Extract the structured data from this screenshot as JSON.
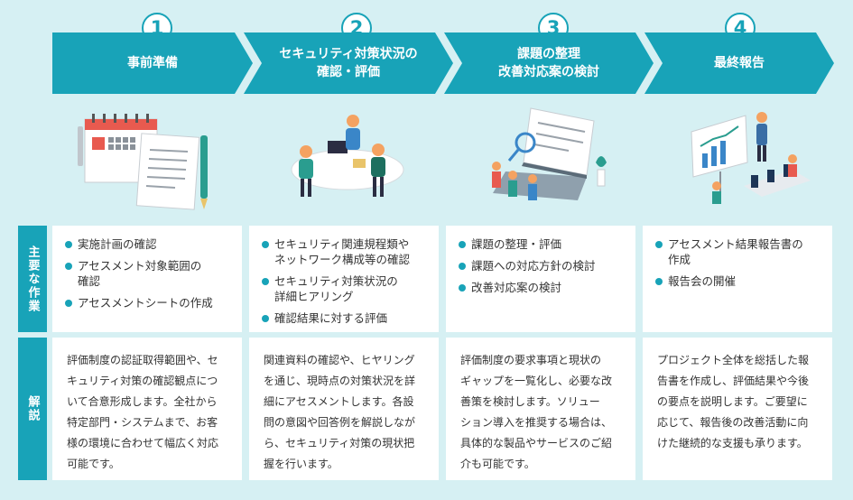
{
  "steps": [
    {
      "number": "1",
      "title_lines": [
        "事前準備"
      ]
    },
    {
      "number": "2",
      "title_lines": [
        "セキュリティ対策状況の",
        "確認・評価"
      ]
    },
    {
      "number": "3",
      "title_lines": [
        "課題の整理",
        "改善対応案の検討"
      ]
    },
    {
      "number": "4",
      "title_lines": [
        "最終報告"
      ]
    }
  ],
  "row_labels": {
    "tasks": "主要な作業",
    "description": "解説"
  },
  "tasks": [
    [
      [
        "実施計画の確認"
      ],
      [
        "アセスメント対象範囲の",
        "確認"
      ],
      [
        "アセスメントシートの作成"
      ]
    ],
    [
      [
        "セキュリティ関連規程類や",
        "ネットワーク構成等の確認"
      ],
      [
        "セキュリティ対策状況の",
        "詳細ヒアリング"
      ],
      [
        "確認結果に対する評価"
      ]
    ],
    [
      [
        "課題の整理・評価"
      ],
      [
        "課題への対応方針の検討"
      ],
      [
        "改善対応案の検討"
      ]
    ],
    [
      [
        "アセスメント結果報告書の",
        "作成"
      ],
      [
        "報告会の開催"
      ]
    ]
  ],
  "descriptions": [
    [
      "評価制度の認証取得範囲や、セ",
      "キュリティ対策の確認観点につ",
      "いて合意形成します。全社から",
      "特定部門・システムまで、お客",
      "様の環境に合わせて幅広く対応",
      "可能です。"
    ],
    [
      "関連資料の確認や、ヒヤリング",
      "を通じ、現時点の対策状況を詳",
      "細にアセスメントします。各設",
      "問の意図や回答例を解説しなが",
      "ら、セキュリティ対策の現状把",
      "握を行います。"
    ],
    [
      "評価制度の要求事項と現状の",
      "ギャップを一覧化し、必要な改",
      "善策を検討します。ソリュー",
      "ション導入を推奨する場合は、",
      "具体的な製品やサービスのご紹",
      "介も可能です。"
    ],
    [
      "プロジェクト全体を総括した報",
      "告書を作成し、評価結果や今後",
      "の要点を説明します。ご要望に",
      "応じて、報告後の改善活動に向",
      "けた継続的な支援も承ります。"
    ]
  ],
  "colors": {
    "accent": "#18a3b8",
    "background": "#d6f0f3",
    "card": "#ffffff"
  },
  "illustrations": [
    "calendar-document-icon",
    "meeting-people-icon",
    "laptop-analysis-icon",
    "presentation-audience-icon"
  ]
}
